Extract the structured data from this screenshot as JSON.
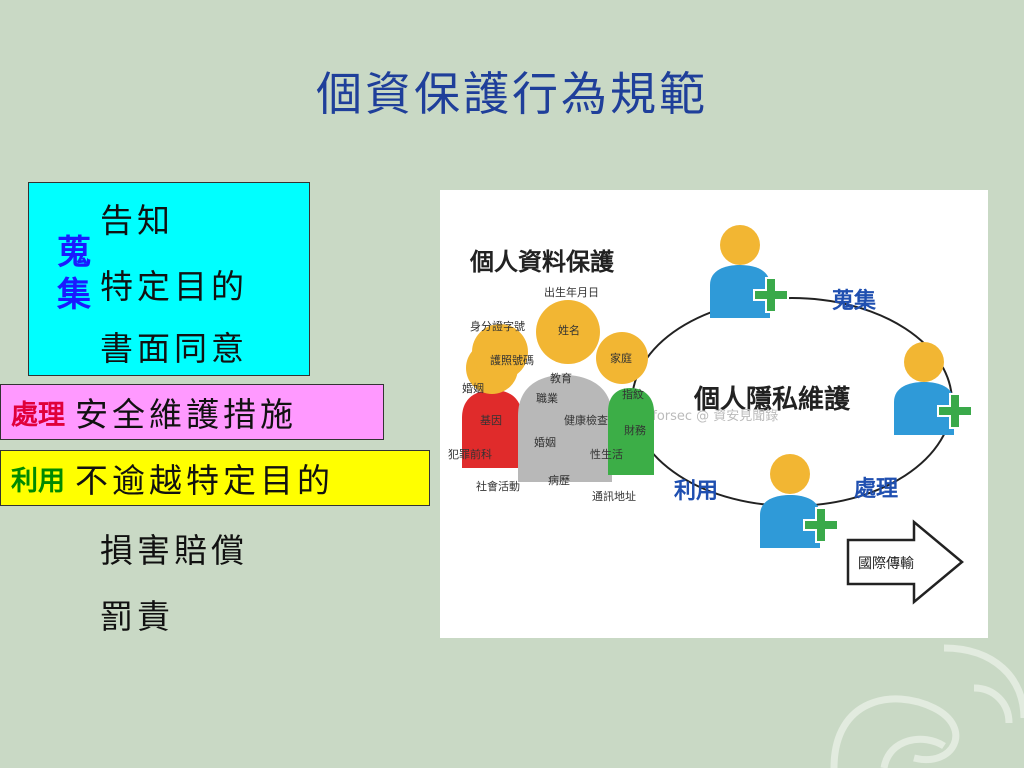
{
  "slide": {
    "title": "個資保護行為規範",
    "collect": {
      "label": "蒐集",
      "items": [
        "告知",
        "特定目的",
        "書面同意"
      ]
    },
    "process": {
      "label": "處理",
      "text": "安全維護措施"
    },
    "use": {
      "label": "利用",
      "text": "不逾越特定目的"
    },
    "extra_items": [
      "損害賠償",
      "罰責"
    ]
  },
  "diagram": {
    "title": "個人資料保護",
    "center": "個人隱私維護",
    "watermark": "jackforsec @ 資安見聞錄",
    "cycle": {
      "collect": "蒐集",
      "process": "處理",
      "use": "利用"
    },
    "transfer": "國際傳輸",
    "data_labels": {
      "birthdate": "出生年月日",
      "id_number": "身分證字號",
      "name": "姓名",
      "passport": "護照號碼",
      "family": "家庭",
      "education": "教育",
      "marriage": "婚姻",
      "occupation": "職業",
      "fingerprint": "指紋",
      "gene": "基因",
      "health": "健康檢查",
      "finance": "財務",
      "criminal": "犯罪前科",
      "marital": "婚姻",
      "sex_life": "性生活",
      "social": "社會活動",
      "medical": "病歷",
      "contact": "通訊地址"
    },
    "colors": {
      "person_head": "#f2b633",
      "person_body": "#2f9ad8",
      "plus": "#3aa94a",
      "red_figure": "#e02b2b",
      "gray_figure": "#b8b8b8",
      "green_figure": "#3cae47"
    }
  }
}
